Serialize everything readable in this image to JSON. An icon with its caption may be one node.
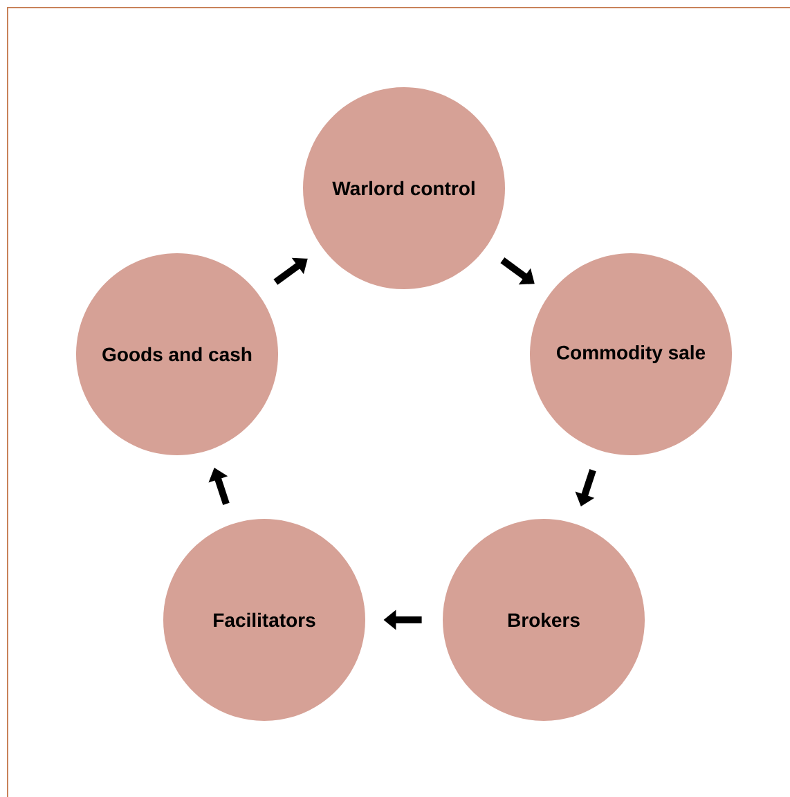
{
  "diagram": {
    "nodes": [
      {
        "text": [
          "Warlord control"
        ]
      },
      {
        "text": [
          "Commodity sale"
        ]
      },
      {
        "text": [
          "Brokers"
        ]
      },
      {
        "text": [
          "Facilitators"
        ]
      },
      {
        "text": [
          "Goods and cash"
        ]
      }
    ],
    "edges": [
      {
        "from": 0,
        "to": 1,
        "arrow": "to"
      },
      {
        "from": 1,
        "to": 2,
        "arrow": "to"
      },
      {
        "from": 2,
        "to": 3,
        "arrow": "to"
      },
      {
        "from": 3,
        "to": 4,
        "arrow": "to"
      },
      {
        "from": 4,
        "to": 0,
        "arrow": "to"
      }
    ]
  }
}
